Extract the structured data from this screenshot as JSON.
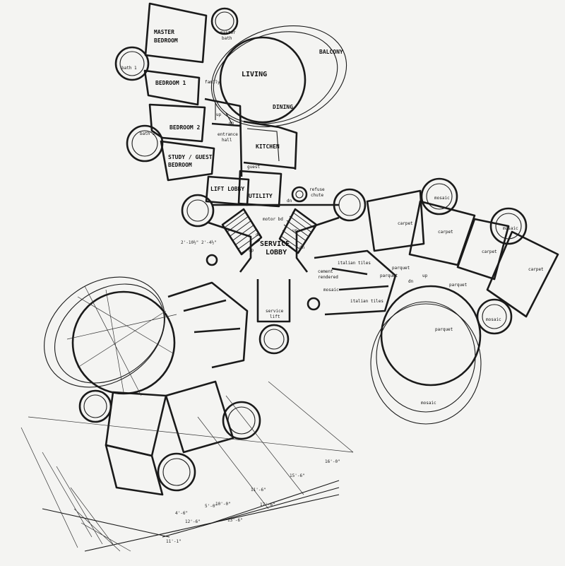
{
  "rooms": {
    "master_bedroom": [
      "MASTER",
      "BEDROOM"
    ],
    "master_bath": [
      "master",
      "bath"
    ],
    "balcony": "BALCONY",
    "living": "LIVING",
    "dining": "DINING",
    "bath_1": "bath 1",
    "bedroom_1": "BEDROOM 1",
    "family": "family",
    "bedroom_2": "BEDROOM 2",
    "bath_2": "bath 2",
    "entrance_hall": [
      "entrance",
      "hall"
    ],
    "kitchen": "KITCHEN",
    "study_guest": [
      "STUDY / GUEST",
      "BEDROOM"
    ],
    "guest": "guest",
    "lift_lobby": "LIFT LOBBY",
    "utility": "UTILITY",
    "refuse_chute": [
      "refuse",
      "chute"
    ],
    "motor_bd": "motor bd",
    "service_lobby": [
      "SERVICE",
      "LOBBY"
    ],
    "service_lift": [
      "service",
      "lift"
    ],
    "italian_tiles_1": "italian tiles",
    "italian_tiles_2": "italian tiles",
    "cement_rendered": [
      "cement",
      "rendered"
    ],
    "mosaic_e1": "mosaic",
    "mosaic_e2": "mosaic",
    "mosaic_e3": "mosaic",
    "mosaic_e4": "mosaic",
    "mosaic_e5": "mosaic",
    "parquet_1": "parquet",
    "parquet_2": "parquet",
    "parquet_3": "parquet",
    "parquet_4": "parquet",
    "carpet_1": "carpet",
    "carpet_2": "carpet",
    "carpet_3": "carpet",
    "carpet_4": "carpet",
    "up_1": "up",
    "dn_1": "dn",
    "up_2": "up",
    "dn_2": "dn",
    "dn_3": "dn",
    "up_3": "up",
    "dn_4": "dn",
    "up_4": "up",
    "dn_5": "dn"
  },
  "dimensions": {
    "d1": "2'-10½\"",
    "d2": "2'-4½\"",
    "d3": "16'-0\"",
    "d4": "15'-6\"",
    "d5": "11'-6\"",
    "d6": "10'-0\"",
    "d7": "17'-6\"",
    "d8": "13'-6\"",
    "d9": "5'-0\"",
    "d10": "12'-6\"",
    "d11": "4'-6\"",
    "d12": "11'-1\""
  }
}
